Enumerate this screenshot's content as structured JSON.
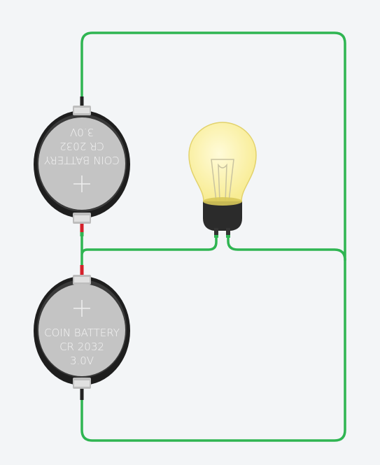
{
  "circuit": {
    "wire_color": "#2fb552",
    "background": "#f3f5f7",
    "battery_top": {
      "line1": "COIN BATTERY",
      "line2": "CR 2032",
      "line3": "3.0V",
      "polarity": "+",
      "orientation": "rotated-180"
    },
    "battery_bottom": {
      "line1": "COIN BATTERY",
      "line2": "CR 2032",
      "line3": "3.0V",
      "polarity": "+",
      "orientation": "upright"
    },
    "bulb": {
      "glass_color": "#fbf1a6",
      "state": "lit"
    }
  }
}
